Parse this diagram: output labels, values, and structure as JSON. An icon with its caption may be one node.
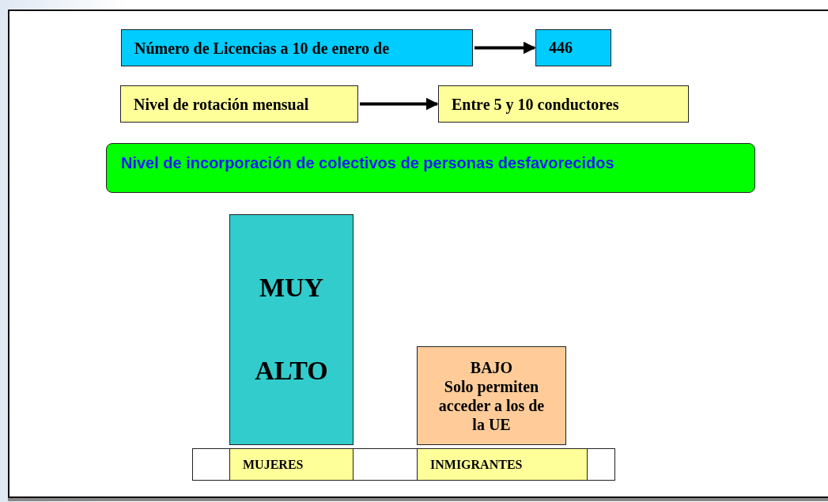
{
  "diagram": {
    "nodes": [
      {
        "text": [
          "Número de Licencias a 10 de enero de"
        ]
      },
      {
        "text": [
          "446"
        ]
      },
      {
        "text": [
          "Nivel de rotación mensual"
        ]
      },
      {
        "text": [
          "Entre 5 y 10 conductores"
        ]
      },
      {
        "text": [
          "Nivel de incorporación de colectivos de personas desfavorecidos"
        ]
      },
      {
        "text": [
          "MUY",
          "ALTO"
        ]
      },
      {
        "text": [
          "BAJO",
          "Solo permiten acceder a los de la UE"
        ]
      },
      {
        "text": [
          "MUJERES"
        ]
      },
      {
        "text": [
          "INMIGRANTES"
        ]
      }
    ],
    "edges": [
      {
        "from": 0,
        "to": 1,
        "arrow": "to"
      },
      {
        "from": 2,
        "to": 3,
        "arrow": "to"
      }
    ]
  }
}
